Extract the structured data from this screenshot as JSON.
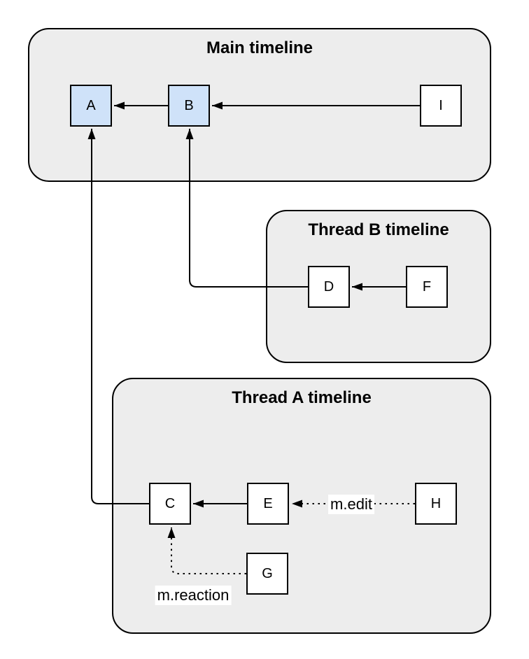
{
  "diagram": {
    "containers": [
      {
        "id": "main-timeline",
        "title": "Main timeline"
      },
      {
        "id": "thread-b-timeline",
        "title": "Thread B timeline"
      },
      {
        "id": "thread-a-timeline",
        "title": "Thread A timeline"
      }
    ],
    "nodes": [
      {
        "id": "A",
        "label": "A",
        "container": "main-timeline",
        "highlighted": true
      },
      {
        "id": "B",
        "label": "B",
        "container": "main-timeline",
        "highlighted": true
      },
      {
        "id": "I",
        "label": "I",
        "container": "main-timeline",
        "highlighted": false
      },
      {
        "id": "D",
        "label": "D",
        "container": "thread-b-timeline",
        "highlighted": false
      },
      {
        "id": "F",
        "label": "F",
        "container": "thread-b-timeline",
        "highlighted": false
      },
      {
        "id": "C",
        "label": "C",
        "container": "thread-a-timeline",
        "highlighted": false
      },
      {
        "id": "E",
        "label": "E",
        "container": "thread-a-timeline",
        "highlighted": false
      },
      {
        "id": "H",
        "label": "H",
        "container": "thread-a-timeline",
        "highlighted": false
      },
      {
        "id": "G",
        "label": "G",
        "container": "thread-a-timeline",
        "highlighted": false
      }
    ],
    "edges": [
      {
        "from": "B",
        "to": "A",
        "style": "solid",
        "label": ""
      },
      {
        "from": "I",
        "to": "B",
        "style": "solid",
        "label": ""
      },
      {
        "from": "F",
        "to": "D",
        "style": "solid",
        "label": ""
      },
      {
        "from": "D",
        "to": "B",
        "style": "solid",
        "label": ""
      },
      {
        "from": "E",
        "to": "C",
        "style": "solid",
        "label": ""
      },
      {
        "from": "C",
        "to": "A",
        "style": "solid",
        "label": ""
      },
      {
        "from": "H",
        "to": "E",
        "style": "dotted",
        "label": "m.edit"
      },
      {
        "from": "G",
        "to": "C",
        "style": "dotted",
        "label": "m.reaction"
      }
    ],
    "colors": {
      "container_fill": "#ededed",
      "container_border": "#000000",
      "node_fill": "#ffffff",
      "node_highlight_fill": "#cfe2f9",
      "node_border": "#000000",
      "edge_color": "#000000"
    }
  }
}
